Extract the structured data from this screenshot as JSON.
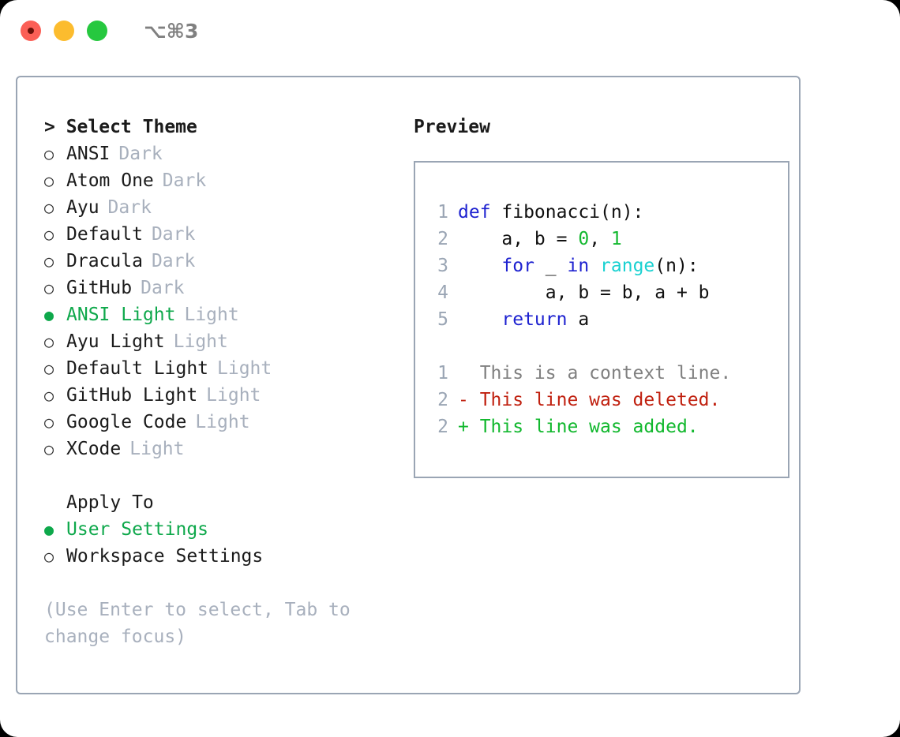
{
  "window": {
    "shortcut": "⌥⌘3",
    "traffic_lights": [
      {
        "name": "close",
        "color": "#fb5f56"
      },
      {
        "name": "minimize",
        "color": "#fcbc2e"
      },
      {
        "name": "maximize",
        "color": "#26c83f"
      }
    ]
  },
  "theme_picker": {
    "header": "> Select Theme",
    "selected_bullet": "●",
    "unselected_bullet": "○",
    "accent_color": "#0ea84b",
    "muted_color": "#a8b0bd",
    "items": [
      {
        "bullet": "○",
        "name": "ANSI",
        "tag": "Dark",
        "selected": false
      },
      {
        "bullet": "○",
        "name": "Atom One",
        "tag": "Dark",
        "selected": false
      },
      {
        "bullet": "○",
        "name": "Ayu",
        "tag": "Dark",
        "selected": false
      },
      {
        "bullet": "○",
        "name": "Default",
        "tag": "Dark",
        "selected": false
      },
      {
        "bullet": "○",
        "name": "Dracula",
        "tag": "Dark",
        "selected": false
      },
      {
        "bullet": "○",
        "name": "GitHub",
        "tag": "Dark",
        "selected": false
      },
      {
        "bullet": "●",
        "name": "ANSI Light",
        "tag": "Light",
        "selected": true
      },
      {
        "bullet": "○",
        "name": "Ayu Light",
        "tag": "Light",
        "selected": false
      },
      {
        "bullet": "○",
        "name": "Default Light",
        "tag": "Light",
        "selected": false
      },
      {
        "bullet": "○",
        "name": "GitHub Light",
        "tag": "Light",
        "selected": false
      },
      {
        "bullet": "○",
        "name": "Google Code",
        "tag": "Light",
        "selected": false
      },
      {
        "bullet": "○",
        "name": "XCode",
        "tag": "Light",
        "selected": false
      }
    ]
  },
  "apply_to": {
    "header": "Apply To",
    "items": [
      {
        "bullet": "●",
        "name": "User Settings",
        "selected": true
      },
      {
        "bullet": "○",
        "name": "Workspace Settings",
        "selected": false
      }
    ]
  },
  "hint": "(Use Enter to select, Tab to change focus)",
  "preview": {
    "title": "Preview",
    "code_lines": [
      {
        "no": "1",
        "tokens": [
          {
            "t": "def ",
            "c": "kw"
          },
          {
            "t": "fibonacci(n):",
            "c": "id"
          }
        ]
      },
      {
        "no": "2",
        "tokens": [
          {
            "t": "    a, b = ",
            "c": "id"
          },
          {
            "t": "0",
            "c": "num"
          },
          {
            "t": ", ",
            "c": "id"
          },
          {
            "t": "1",
            "c": "num"
          }
        ]
      },
      {
        "no": "3",
        "tokens": [
          {
            "t": "    ",
            "c": "id"
          },
          {
            "t": "for",
            "c": "kw"
          },
          {
            "t": " _ ",
            "c": "id"
          },
          {
            "t": "in",
            "c": "kw"
          },
          {
            "t": " ",
            "c": "id"
          },
          {
            "t": "range",
            "c": "fn"
          },
          {
            "t": "(n):",
            "c": "id"
          }
        ]
      },
      {
        "no": "4",
        "tokens": [
          {
            "t": "        a, b = b, a + b",
            "c": "id"
          }
        ]
      },
      {
        "no": "5",
        "tokens": [
          {
            "t": "    ",
            "c": "id"
          },
          {
            "t": "return",
            "c": "kw"
          },
          {
            "t": " a",
            "c": "id"
          }
        ]
      }
    ],
    "diff_lines": [
      {
        "no": "1",
        "marker": " ",
        "text": "  This is a context line.",
        "kind": "ctx"
      },
      {
        "no": "2",
        "marker": " ",
        "text": "- This line was deleted.",
        "kind": "del"
      },
      {
        "no": "2",
        "marker": " ",
        "text": "+ This line was added.",
        "kind": "add"
      }
    ]
  }
}
